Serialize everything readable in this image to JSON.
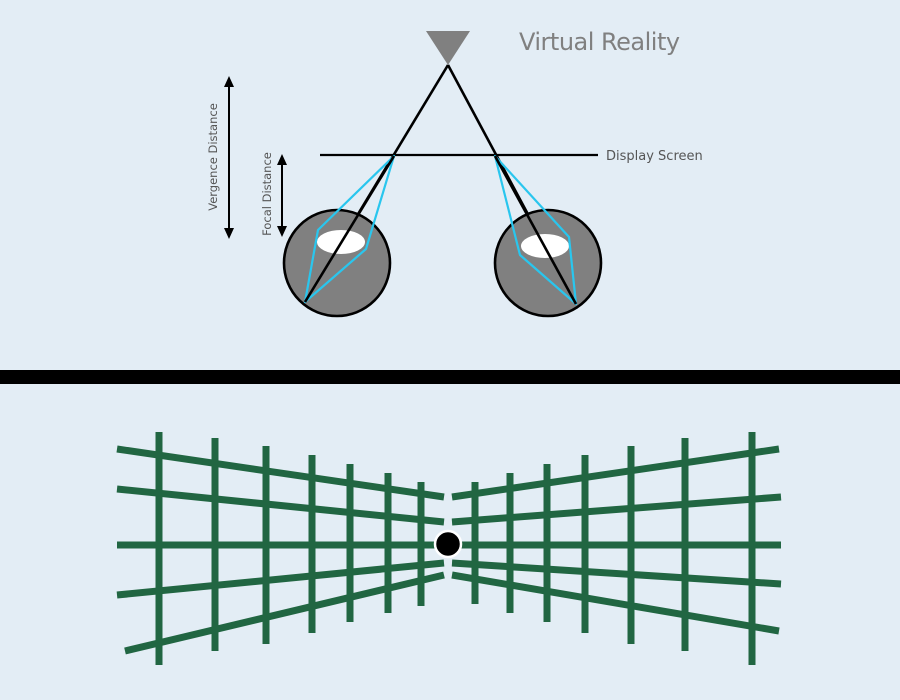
{
  "title": "Virtual Reality",
  "labels": {
    "display_screen": "Display Screen",
    "vergence_distance": "Vergence Distance",
    "focal_distance": "Focal Distance"
  },
  "colors": {
    "background": "#e3edf5",
    "line": "#000000",
    "light_ray": "#29c6ee",
    "eye_fill": "#808080",
    "pupil": "#ffffff",
    "target": "#808080",
    "divider": "#000000",
    "grid": "#216642"
  },
  "icons": {
    "target": "target-triangle-icon",
    "eyes": "eye-icon",
    "fixation": "fixation-point-icon"
  }
}
